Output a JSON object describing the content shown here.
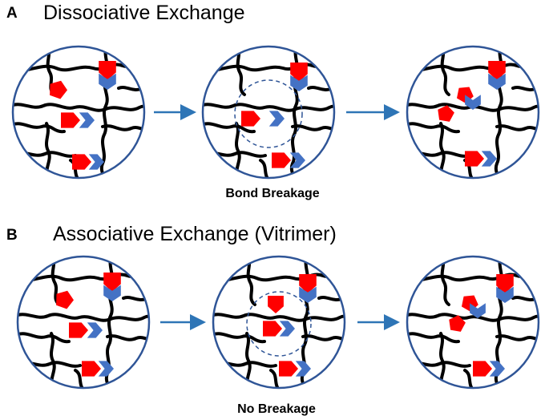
{
  "panel_a": {
    "letter": "A",
    "title": "Dissociative Exchange",
    "caption": "Bond Breakage"
  },
  "panel_b": {
    "letter": "B",
    "title": "Associative Exchange (Vitrimer)",
    "caption": "No Breakage"
  },
  "colors": {
    "circle_border": "#2f5597",
    "arrow": "#2e75b6",
    "red_group": "#ff0000",
    "blue_group": "#4472c4",
    "chain": "#000000",
    "dashed_circle": "#2f5597"
  }
}
